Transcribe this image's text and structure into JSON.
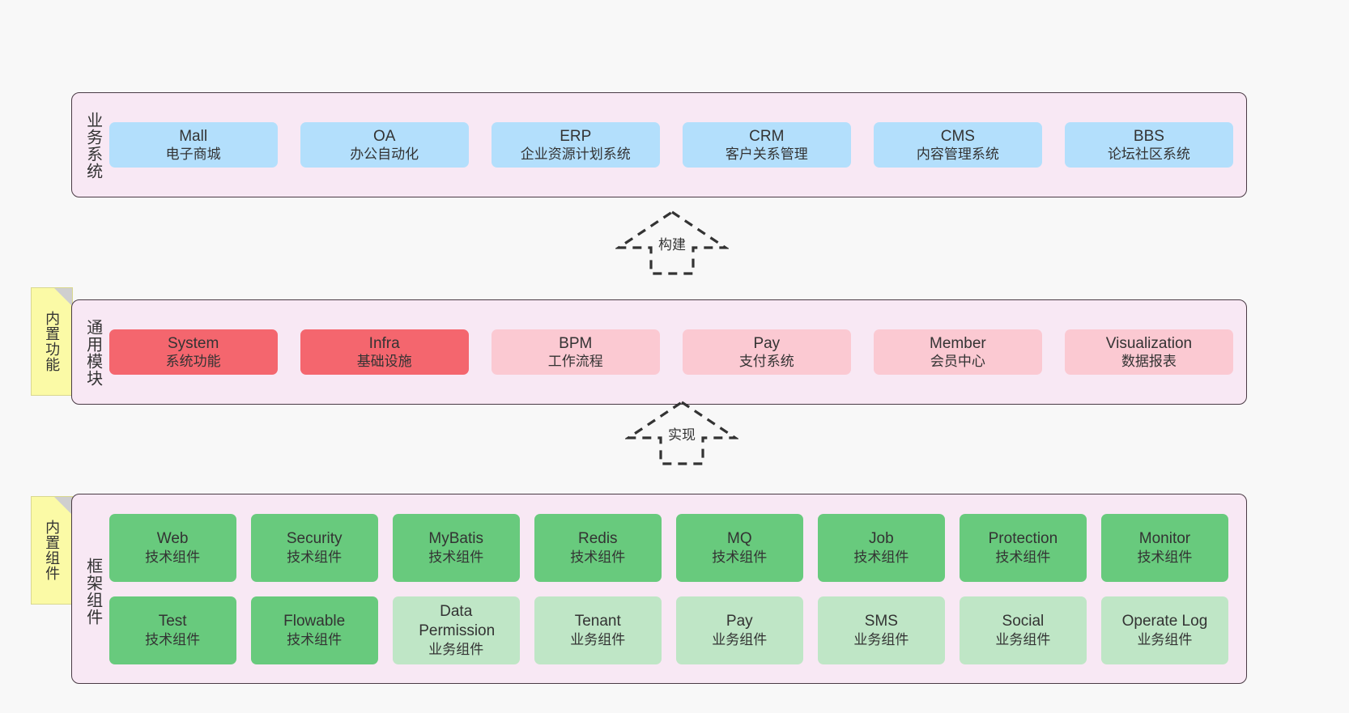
{
  "layers": [
    {
      "id": "business-systems",
      "caption": "业务系统",
      "rows": [
        {
          "style": "blue",
          "nodes": [
            {
              "title": "Mall",
              "sub": "电子商城"
            },
            {
              "title": "OA",
              "sub": "办公自动化"
            },
            {
              "title": "ERP",
              "sub": "企业资源计划系统"
            },
            {
              "title": "CRM",
              "sub": "客户关系管理"
            },
            {
              "title": "CMS",
              "sub": "内容管理系统"
            },
            {
              "title": "BBS",
              "sub": "论坛社区系统"
            }
          ]
        }
      ]
    },
    {
      "id": "common-modules",
      "caption": "通用模块",
      "rows": [
        {
          "nodes": [
            {
              "title": "System",
              "sub": "系统功能",
              "style": "red"
            },
            {
              "title": "Infra",
              "sub": "基础设施",
              "style": "red"
            },
            {
              "title": "BPM",
              "sub": "工作流程",
              "style": "pink"
            },
            {
              "title": "Pay",
              "sub": "支付系统",
              "style": "pink"
            },
            {
              "title": "Member",
              "sub": "会员中心",
              "style": "pink"
            },
            {
              "title": "Visualization",
              "sub": "数据报表",
              "style": "pink"
            }
          ]
        }
      ]
    },
    {
      "id": "framework-components",
      "caption": "框架组件",
      "rows": [
        {
          "nodes": [
            {
              "title": "Web",
              "sub": "技术组件",
              "style": "green"
            },
            {
              "title": "Security",
              "sub": "技术组件",
              "style": "green"
            },
            {
              "title": "MyBatis",
              "sub": "技术组件",
              "style": "green"
            },
            {
              "title": "Redis",
              "sub": "技术组件",
              "style": "green"
            },
            {
              "title": "MQ",
              "sub": "技术组件",
              "style": "green"
            },
            {
              "title": "Job",
              "sub": "技术组件",
              "style": "green"
            },
            {
              "title": "Protection",
              "sub": "技术组件",
              "style": "green"
            },
            {
              "title": "Monitor",
              "sub": "技术组件",
              "style": "green"
            }
          ]
        },
        {
          "nodes": [
            {
              "title": "Test",
              "sub": "技术组件",
              "style": "green"
            },
            {
              "title": "Flowable",
              "sub": "技术组件",
              "style": "green"
            },
            {
              "title": "Data Permission",
              "sub": "业务组件",
              "style": "lightgreen"
            },
            {
              "title": "Tenant",
              "sub": "业务组件",
              "style": "lightgreen"
            },
            {
              "title": "Pay",
              "sub": "业务组件",
              "style": "lightgreen"
            },
            {
              "title": "SMS",
              "sub": "业务组件",
              "style": "lightgreen"
            },
            {
              "title": "Social",
              "sub": "业务组件",
              "style": "lightgreen"
            },
            {
              "title": "Operate Log",
              "sub": "业务组件",
              "style": "lightgreen"
            }
          ]
        }
      ]
    }
  ],
  "notes": [
    {
      "id": "builtin-features",
      "text": "内置功能"
    },
    {
      "id": "builtin-components",
      "text": "内置组件"
    }
  ],
  "connectors": [
    {
      "id": "build",
      "label": "构建"
    },
    {
      "id": "implement",
      "label": "实现"
    }
  ],
  "colors": {
    "canvas_background": "#f8f8f8",
    "layer_background": "#f8e8f4",
    "layer_border": "#4a3b45",
    "blue": "#b3dffc",
    "red": "#f4666e",
    "pink": "#fbc9d2",
    "green": "#68ca7d",
    "light_green": "#bfe6c6",
    "note_background": "#fbfaa6",
    "note_fold": "#cfcfcf",
    "connector_stroke": "#333333",
    "text": "#333333"
  }
}
